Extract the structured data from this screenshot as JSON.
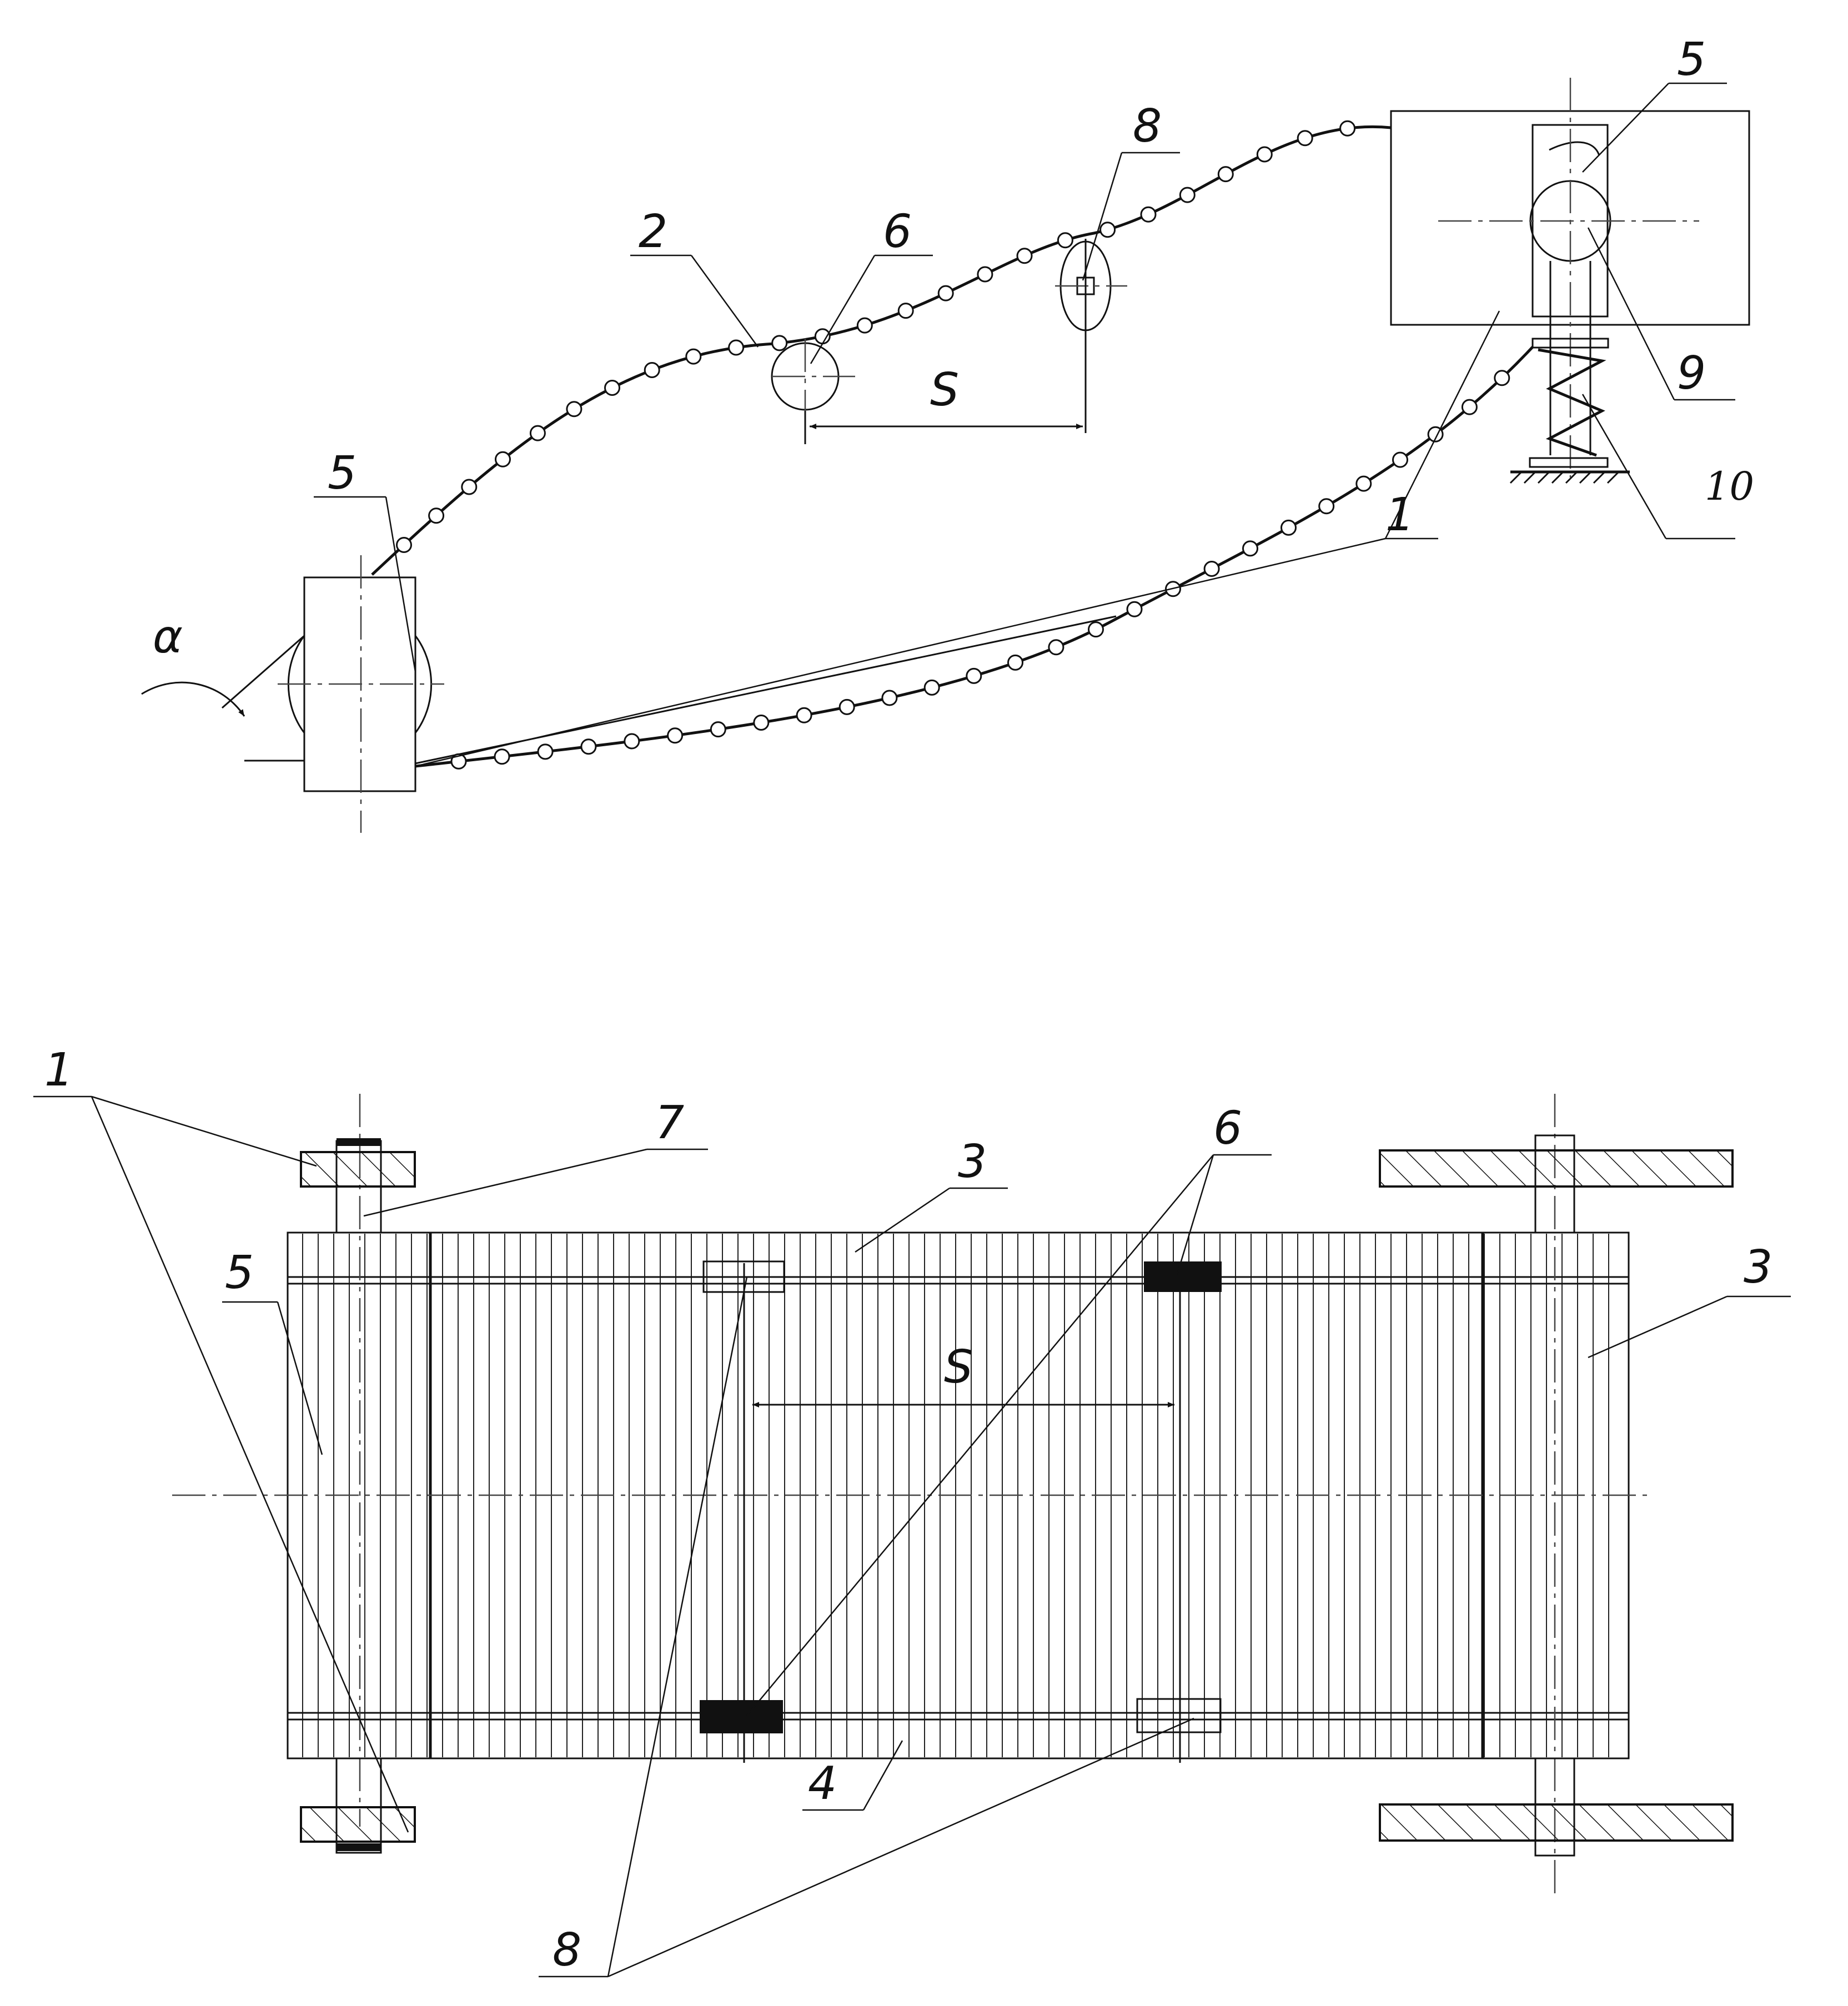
{
  "side_view": {
    "labels": {
      "idler_left": "5",
      "idler_right": "5",
      "chain_upper": "2",
      "roller": "6",
      "cam": "8",
      "belt": "1",
      "drive_wheel": "9",
      "spring": "10",
      "pitch": "S",
      "angle": "α"
    }
  },
  "plan_view": {
    "labels": {
      "belt_left": "1",
      "shaft": "7",
      "rail_top": "3",
      "rail_right": "3",
      "rollers": "6",
      "frame": "5",
      "pitch": "S",
      "rail_bottom": "4",
      "cams": "8"
    }
  }
}
